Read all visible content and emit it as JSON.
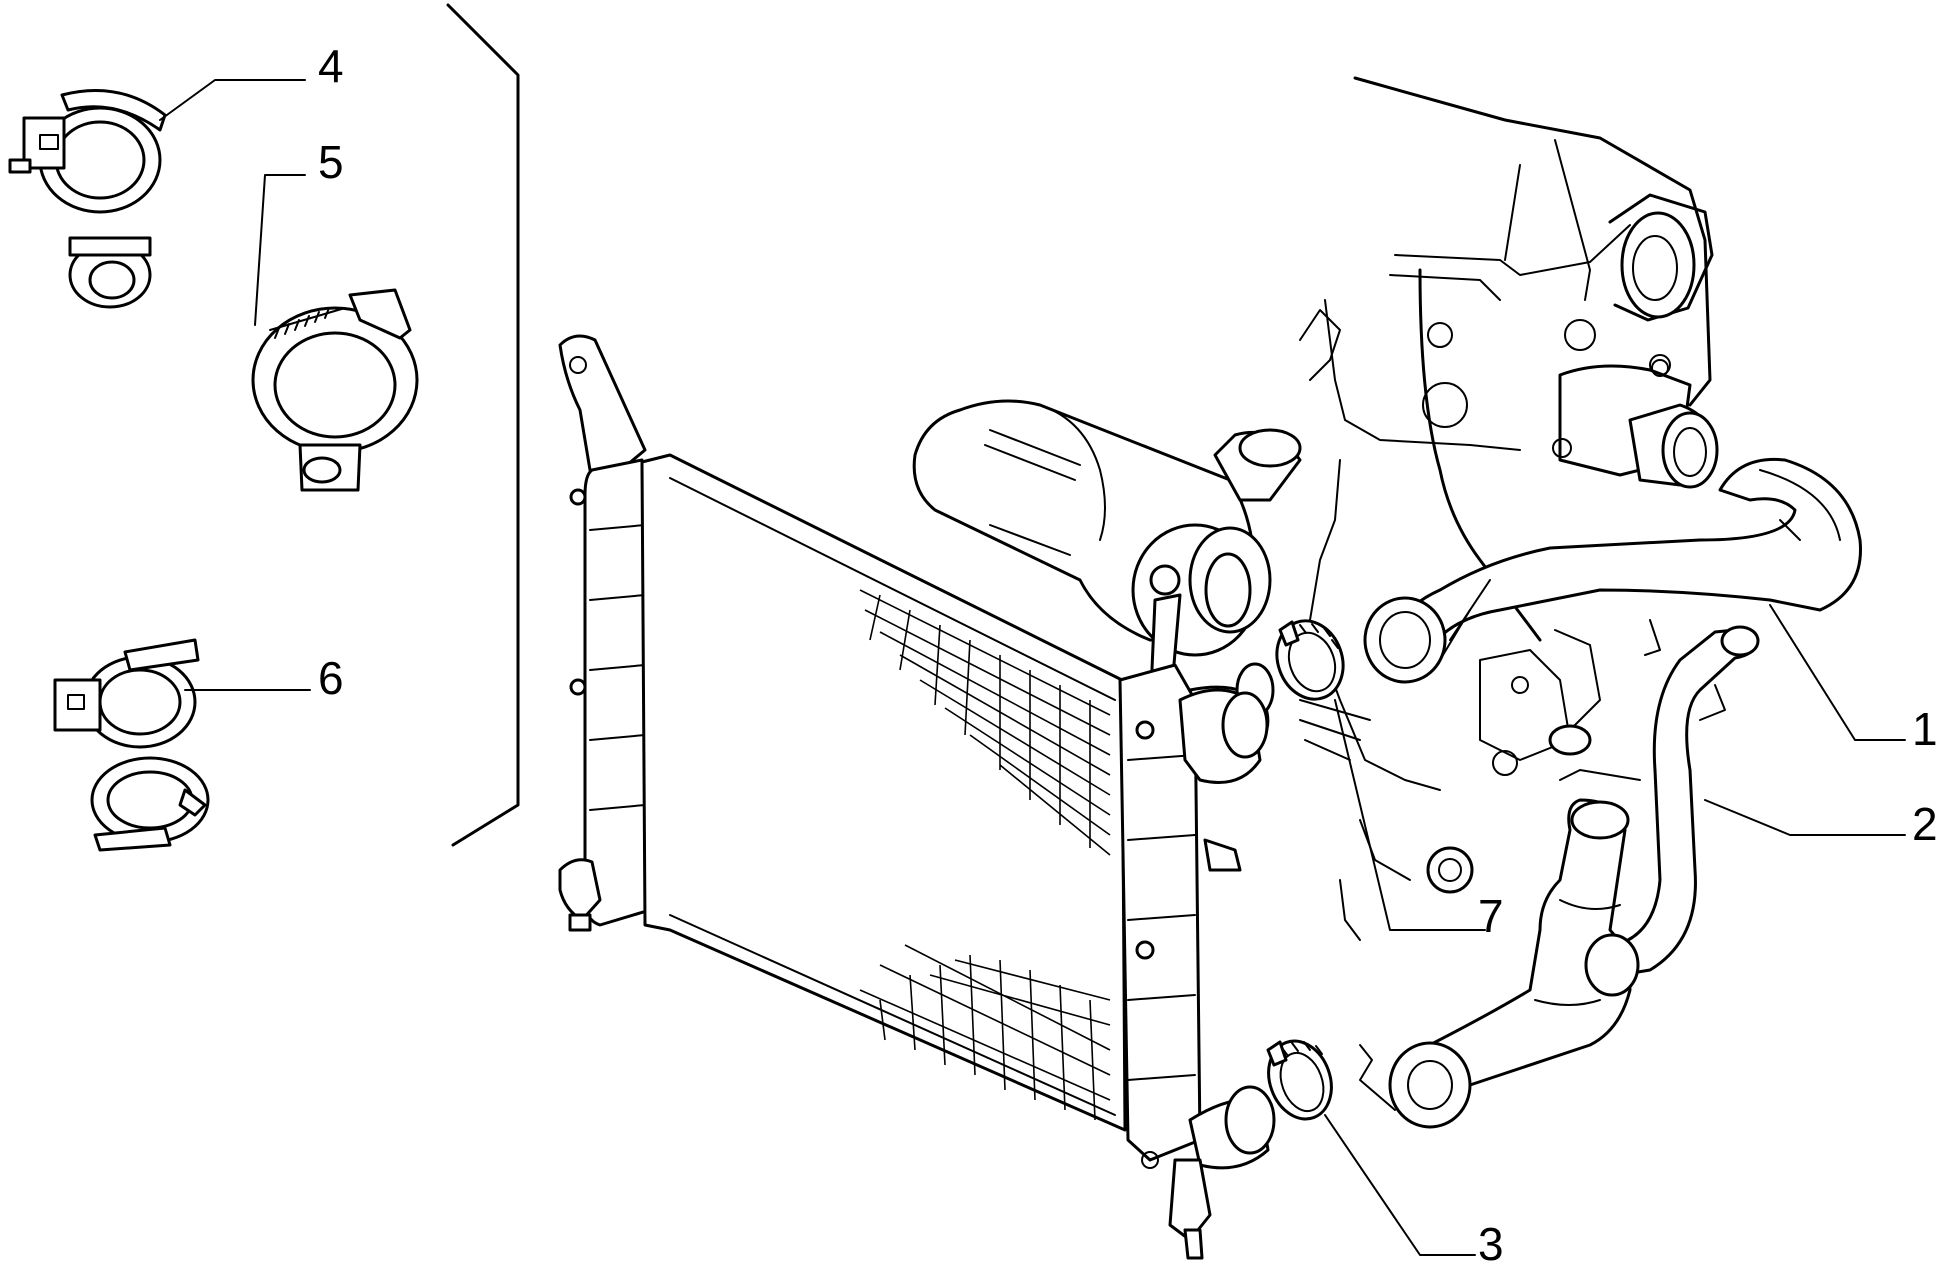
{
  "callouts": [
    {
      "id": "1",
      "label": "1"
    },
    {
      "id": "2",
      "label": "2"
    },
    {
      "id": "3",
      "label": "3"
    },
    {
      "id": "4",
      "label": "4"
    },
    {
      "id": "5",
      "label": "5"
    },
    {
      "id": "6",
      "label": "6"
    },
    {
      "id": "7",
      "label": "7"
    }
  ]
}
